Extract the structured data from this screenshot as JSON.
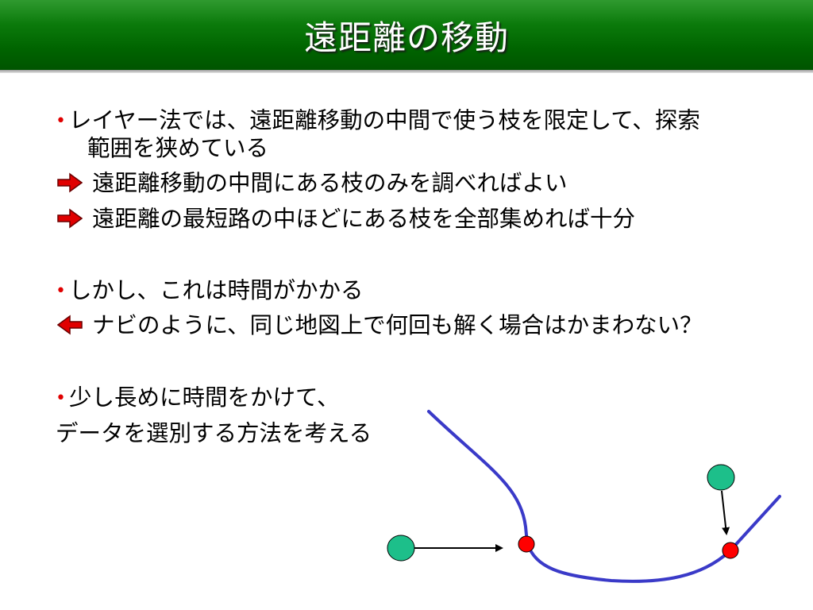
{
  "slide": {
    "title": "遠距離の移動",
    "lines": [
      {
        "bullet": "•",
        "text": "レイヤー法では、遠距離移動の中間で使う枝を限定して、探索"
      },
      {
        "text": "範囲を狭めている"
      },
      {
        "icon": "right-arrow-icon",
        "text": "遠距離移動の中間にある枝のみを調べればよい"
      },
      {
        "icon": "right-arrow-icon",
        "text": "遠距離の最短路の中ほどにある枝を全部集めれば十分"
      },
      {
        "bullet": "•",
        "text": "しかし、これは時間がかかる"
      },
      {
        "icon": "left-arrow-icon",
        "text": "ナビのように、同じ地図上で何回も解く場合はかまわない？"
      },
      {
        "bullet": "•",
        "text": "少し長めに時間をかけて、"
      },
      {
        "text": "データを選別する方法を考える"
      }
    ]
  },
  "colors": {
    "title_bar": "#006400",
    "bullet": "#e00000",
    "arrow_icon": "#e00000",
    "path_line": "#3a3ac8",
    "node_red": "#ff0000",
    "node_green": "#1dbf8a"
  }
}
